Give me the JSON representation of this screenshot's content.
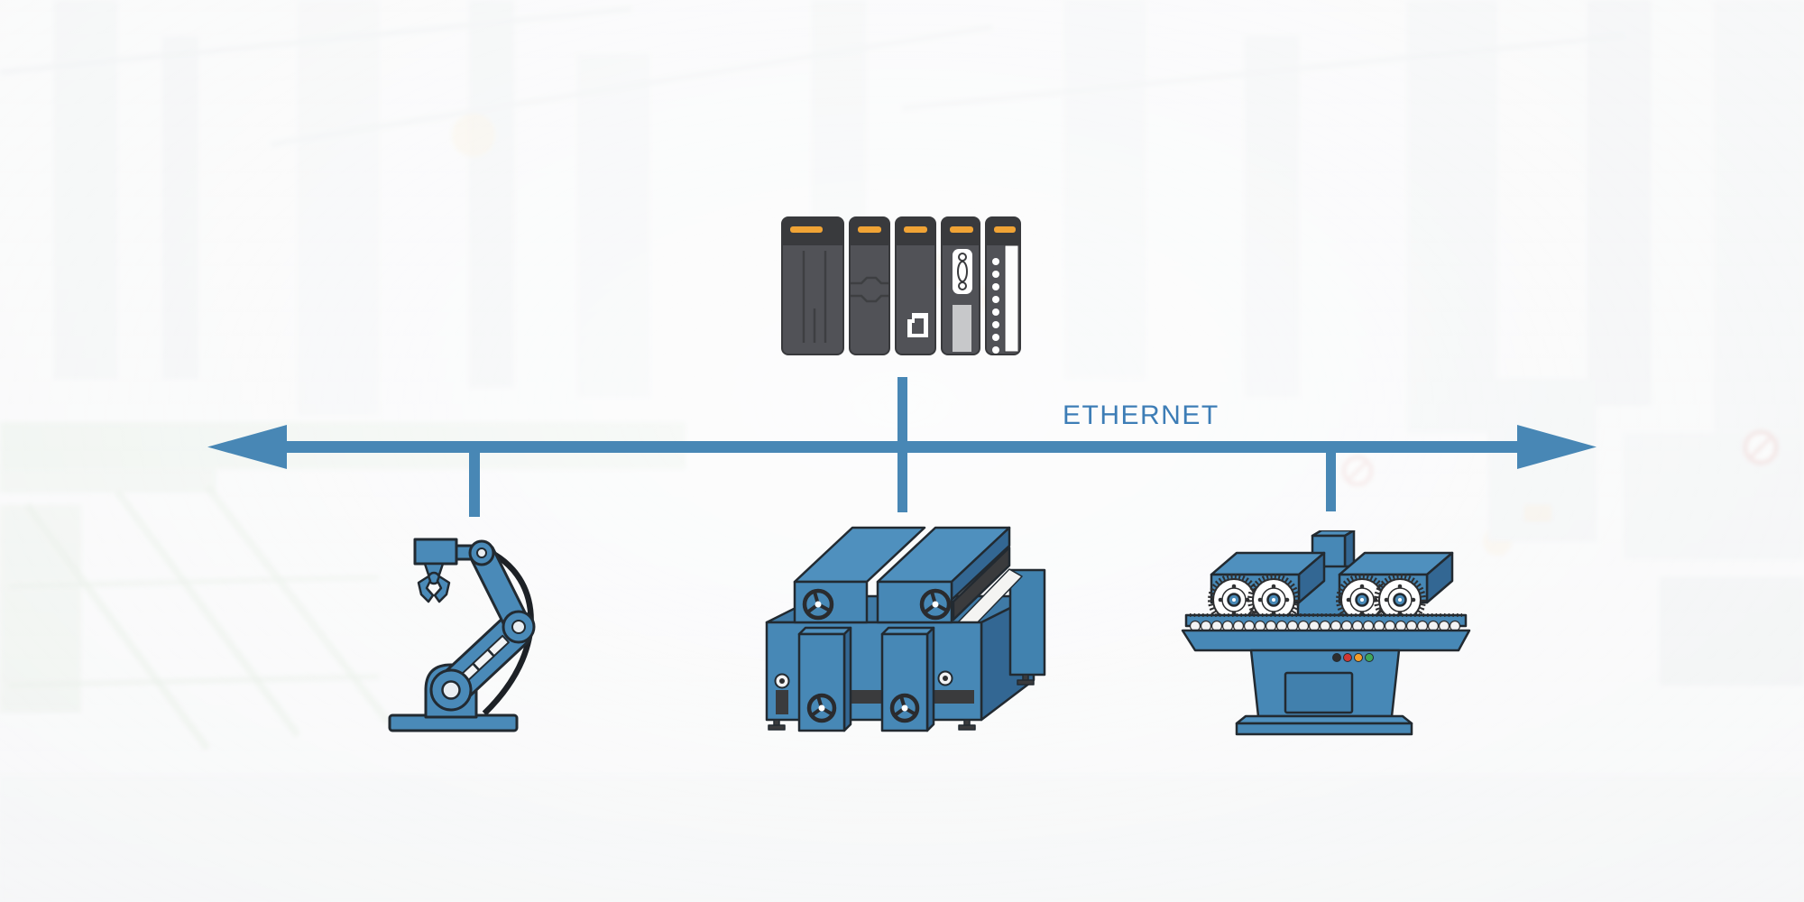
{
  "network_label": {
    "text": "ETHERNET",
    "color": "#3d7db6"
  },
  "bus": {
    "color": "#4887b5",
    "orientation": "horizontal",
    "arrow_ends": 2
  },
  "devices": {
    "plc": {
      "icon": "plc-rack-icon",
      "module_count": 5,
      "body_color": "#515257",
      "header_color": "#393a3d",
      "stripe_color": "#f0a335",
      "led_count": 8,
      "ports": [
        "power-module",
        "cable-module",
        "rj45-port",
        "serial-db9-port",
        "led-status-module"
      ]
    },
    "robot": {
      "icon": "robot-arm-icon",
      "color": "#4a8ab8",
      "outline": "#222a31"
    },
    "press": {
      "icon": "press-machine-icon",
      "color": "#4788b6",
      "handwheel_count": 4
    },
    "brusher": {
      "icon": "brushing-machine-icon",
      "color": "#4788b6",
      "brush_count": 4,
      "indicator_colors": [
        "#2e2e2e",
        "#cf3733",
        "#f29c2b",
        "#3fa75a"
      ]
    }
  }
}
